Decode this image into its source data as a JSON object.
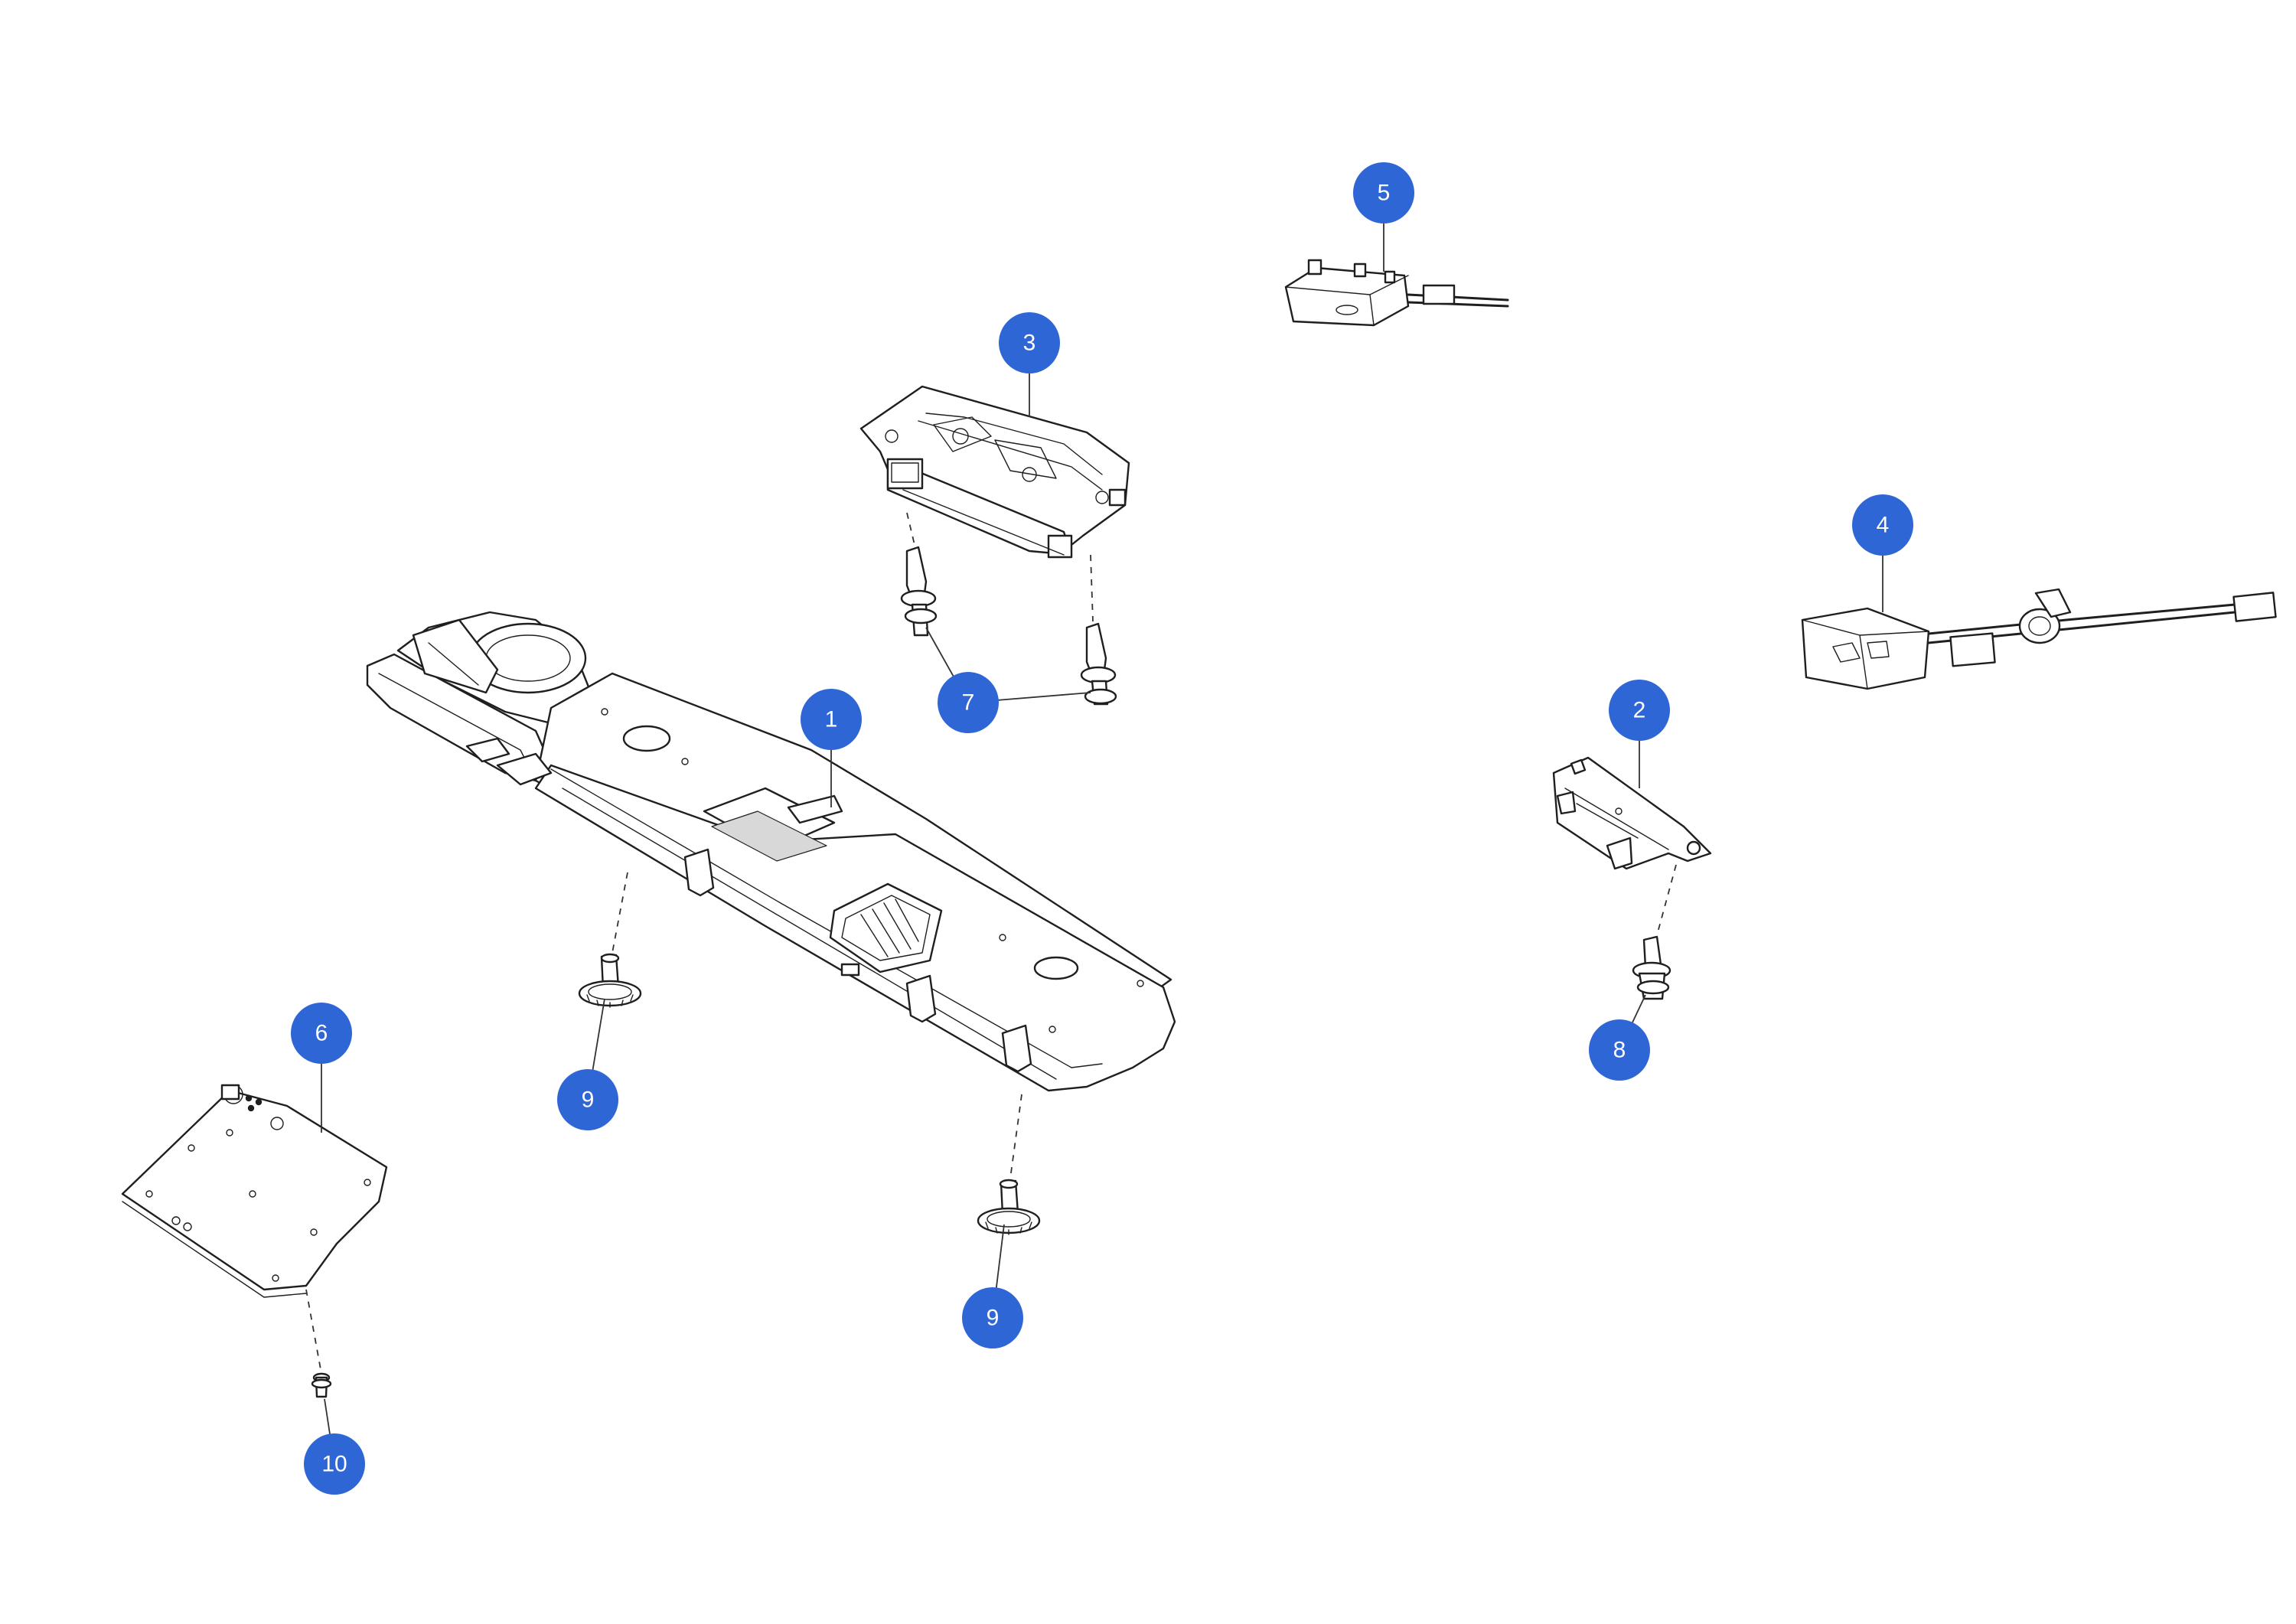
{
  "colors": {
    "callout": "#2f66d6",
    "callout_text": "#ffffff",
    "line": "#1f1f1f",
    "background": "#ffffff"
  },
  "callouts": [
    {
      "id": "callout-1",
      "label": "1"
    },
    {
      "id": "callout-2",
      "label": "2"
    },
    {
      "id": "callout-3",
      "label": "3"
    },
    {
      "id": "callout-4",
      "label": "4"
    },
    {
      "id": "callout-5",
      "label": "5"
    },
    {
      "id": "callout-6",
      "label": "6"
    },
    {
      "id": "callout-7",
      "label": "7"
    },
    {
      "id": "callout-8",
      "label": "8"
    },
    {
      "id": "callout-9a",
      "label": "9"
    },
    {
      "id": "callout-9b",
      "label": "9"
    },
    {
      "id": "callout-10",
      "label": "10"
    }
  ]
}
